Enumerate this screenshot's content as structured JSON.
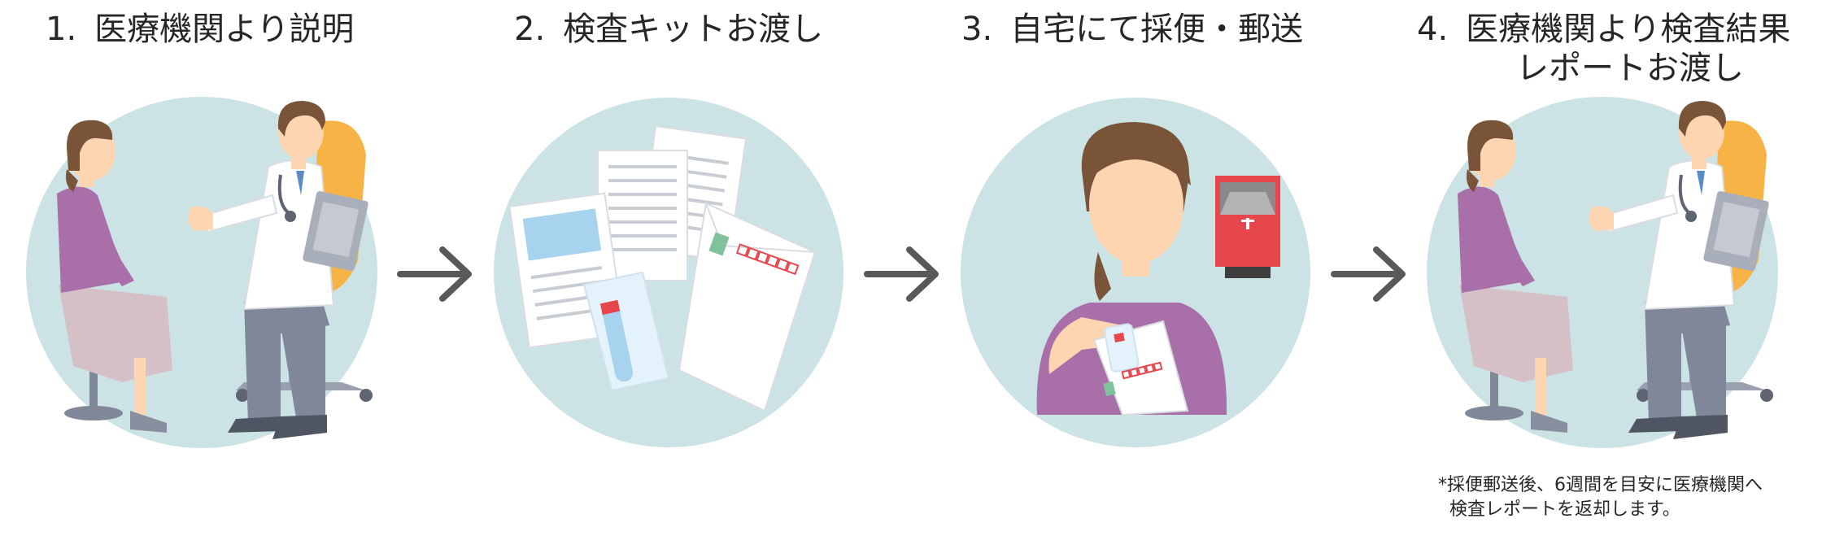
{
  "steps": [
    {
      "number": "1.",
      "title": "医療機関より説明"
    },
    {
      "number": "2.",
      "title": "検査キットお渡し"
    },
    {
      "number": "3.",
      "title": "自宅にて採便・郵送"
    },
    {
      "number": "4.",
      "title": "医療機関より検査結果",
      "title_line2": "レポートお渡し"
    }
  ],
  "note": {
    "line1": "*採便郵送後、6週間を目安に医療機関へ",
    "line2": "検査レポートを返却します。"
  },
  "colors": {
    "circle": "#cce3e6",
    "arrow": "#595959",
    "patient_top": "#a86fa8",
    "skirt": "#d6c0c8",
    "doctor_chair": "#f7b345",
    "pants": "#7f8799",
    "skin": "#fdd5b1",
    "hair": "#7a5438",
    "mailbox": "#e5474d",
    "form_blue": "#a7d3ee",
    "stamp_red": "#e5474d",
    "stamp_green": "#7fc29b"
  }
}
